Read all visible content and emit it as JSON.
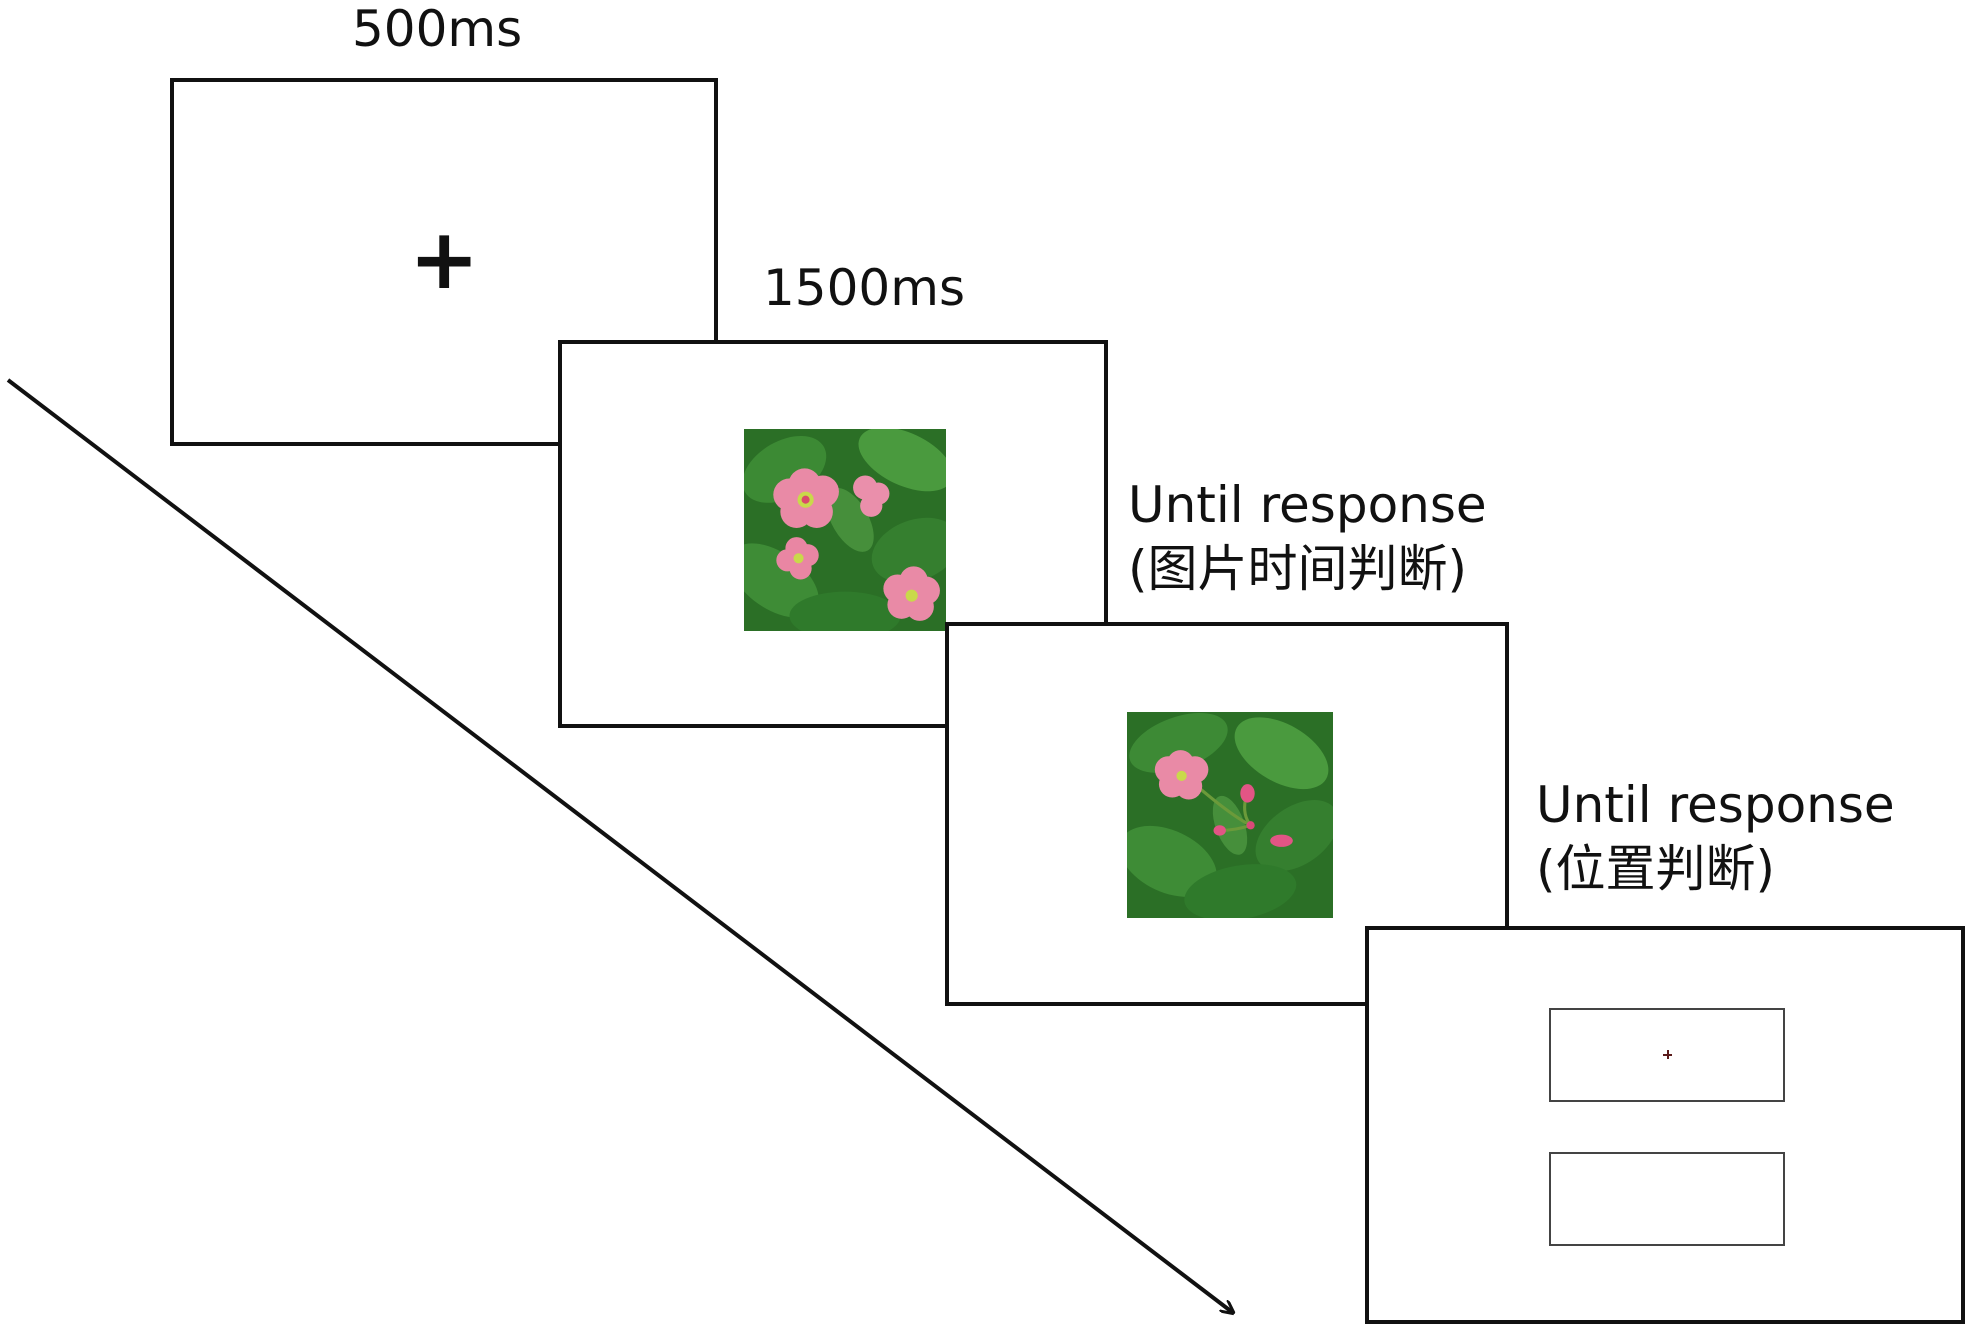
{
  "steps": [
    {
      "duration": "500ms",
      "stimulus": "fixation-cross",
      "fixation_symbol": "+"
    },
    {
      "duration": "1500ms",
      "stimulus": "flower-image"
    },
    {
      "duration": "Until response",
      "task": "(图片时间判断)",
      "stimulus": "flower-image"
    },
    {
      "duration": "Until response",
      "task": "(位置判断)",
      "stimulus": "two-location-boxes"
    }
  ],
  "colors": {
    "frame_border": "#111111",
    "leaf_green": "#2f7d2a",
    "petal_pink": "#e88aa6",
    "arrow": "#111111"
  }
}
